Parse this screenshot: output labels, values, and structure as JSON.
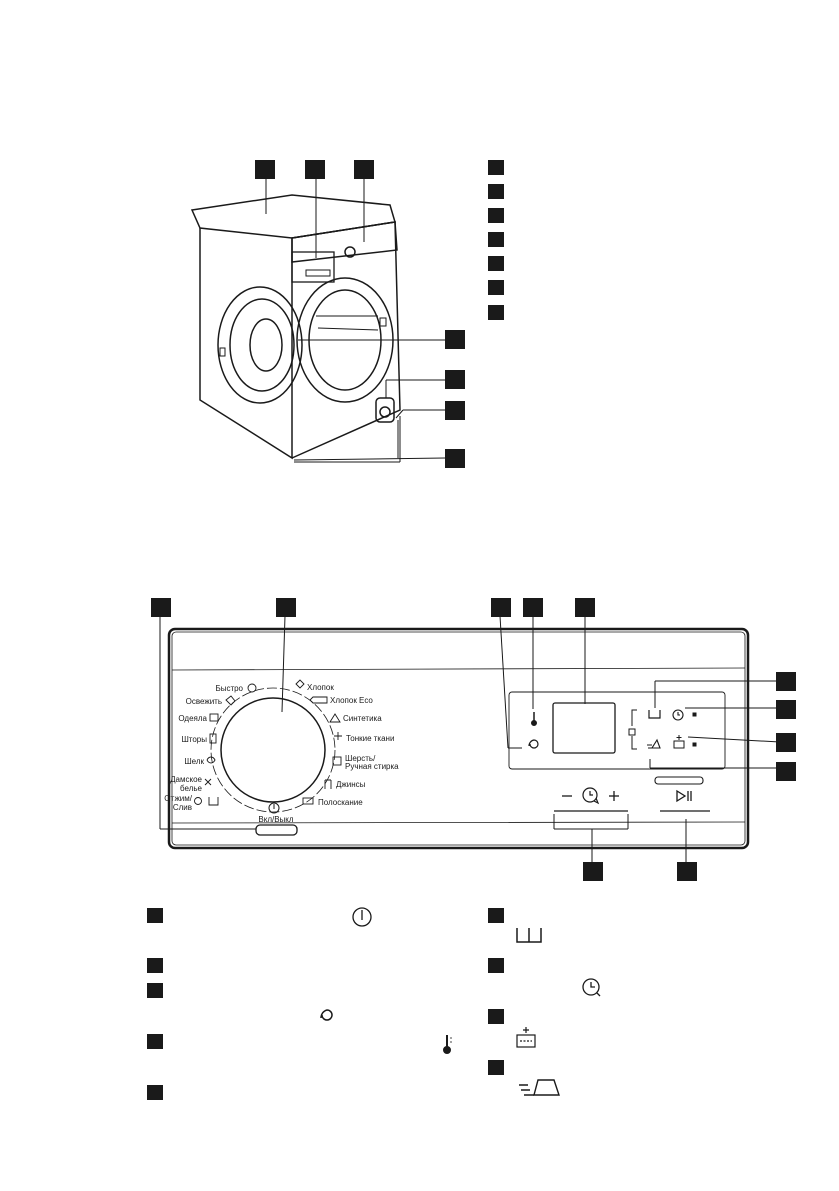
{
  "panel": {
    "power_label": "Вкл/Выкл",
    "programs": [
      "Быстро",
      "Освежить",
      "Одеяла",
      "Шторы",
      "Шелк",
      "Дамское",
      "белье",
      "Отжим/",
      "Слив",
      "Хлопок",
      "Хлопок Eco",
      "Синтетика",
      "Тонкие ткани",
      "Шерсть/",
      "Ручная стирка",
      "Джинсы",
      "Полоскание"
    ]
  },
  "icons": {
    "power": "power-icon",
    "thermometer": "thermometer-icon",
    "spin": "spin-icon",
    "prewash": "prewash-icon",
    "delay": "delay-start-icon",
    "extra_rinse": "extra-rinse-icon",
    "easy_iron": "easy-iron-icon",
    "start_pause": "start-pause-icon",
    "time_manager": "time-manager-icon"
  }
}
